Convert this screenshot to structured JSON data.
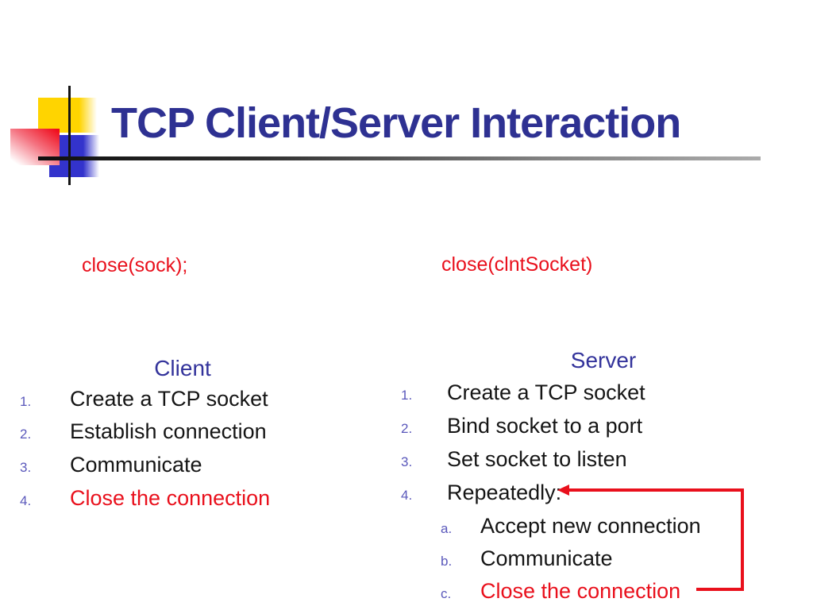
{
  "slide": {
    "title": "TCP Client/Server Interaction",
    "client": {
      "close_call": "close(sock);",
      "heading": "Client",
      "items": [
        {
          "marker": "1.",
          "text": "Create a TCP socket"
        },
        {
          "marker": "2.",
          "text": "Establish connection"
        },
        {
          "marker": "3.",
          "text": "Communicate"
        },
        {
          "marker": "4.",
          "text": "Close the connection"
        }
      ]
    },
    "server": {
      "close_call": "close(clntSocket)",
      "heading": "Server",
      "items": [
        {
          "marker": "1.",
          "text": "Create a TCP socket"
        },
        {
          "marker": "2.",
          "text": "Bind socket to a port"
        },
        {
          "marker": "3.",
          "text": "Set socket to listen"
        },
        {
          "marker": "4.",
          "text": "Repeatedly:"
        }
      ],
      "subitems": [
        {
          "marker": "a.",
          "text": "Accept new connection"
        },
        {
          "marker": "b.",
          "text": "Communicate"
        },
        {
          "marker": "c.",
          "text": "Close the connection"
        }
      ]
    },
    "colors": {
      "title_blue": "#2e3192",
      "heading_blue": "#33339b",
      "marker_purple": "#5a58bb",
      "body_text": "#151515",
      "emphasis_red": "#e9101c",
      "logo_yellow": "#ffd400",
      "logo_blue": "#3333cc",
      "logo_red": "#ef0c1c",
      "divider_gradient_start": "#0f0f0f",
      "divider_gradient_end": "#ababab"
    }
  }
}
